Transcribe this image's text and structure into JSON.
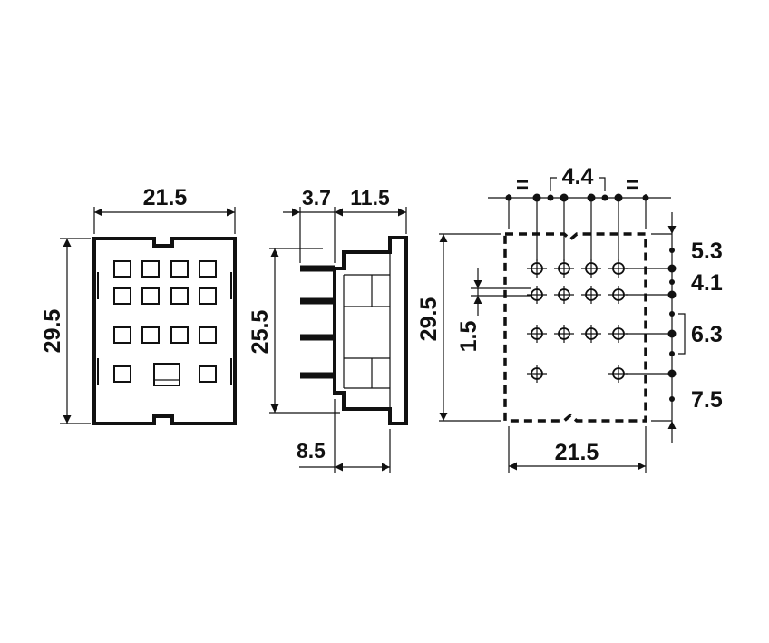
{
  "front_view": {
    "width_label": "21.5",
    "height_label": "29.5"
  },
  "side_view": {
    "dim_top_left": "3.7",
    "dim_top_right": "11.5",
    "height_label": "25.5",
    "dim_bottom": "8.5"
  },
  "pcb_layout": {
    "equal_left": "=",
    "pitch_label": "4.4",
    "equal_right": "=",
    "height_label": "29.5",
    "offset_label": "1.5",
    "width_label": "21.5",
    "row_spacings": [
      "5.3",
      "4.1",
      "6.3",
      "7.5"
    ]
  }
}
